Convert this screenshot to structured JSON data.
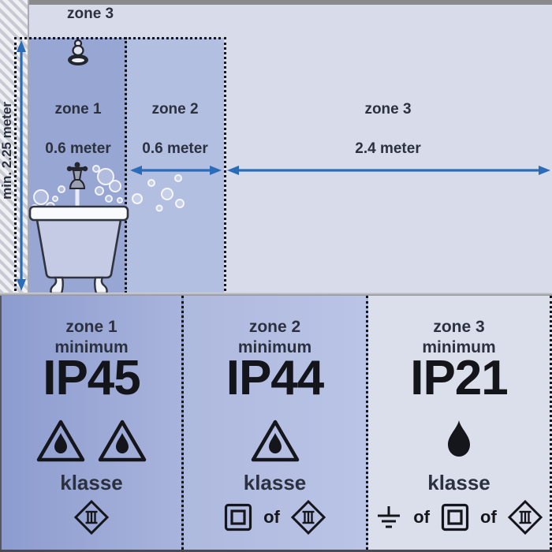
{
  "colors": {
    "zone1_fill": "#97a6d3",
    "zone2_fill": "#b3bfe1",
    "zone3_fill": "#d8dbe9",
    "panel1_bg": "#9aa9d6",
    "panel2_bg": "#b5c0e2",
    "panel3_bg": "#dbdeeb",
    "arrow_blue": "#2b6cb8",
    "text_dark": "#2c3140"
  },
  "top": {
    "ceiling_label": "zone 3",
    "wall_label": "min. 2.25 meter",
    "zone1": {
      "label": "zone 1",
      "dim": "0.6 meter"
    },
    "zone2": {
      "label": "zone 2",
      "dim": "0.6 meter"
    },
    "zone3": {
      "label": "zone 3",
      "dim": "2.4 meter"
    }
  },
  "panels": {
    "zone1": {
      "title": "zone 1",
      "minimum": "minimum",
      "ip": "IP45",
      "klasse": "klasse"
    },
    "zone2": {
      "title": "zone 2",
      "minimum": "minimum",
      "ip": "IP44",
      "klasse": "klasse",
      "of": "of"
    },
    "zone3": {
      "title": "zone 3",
      "minimum": "minimum",
      "ip": "IP21",
      "klasse": "klasse",
      "of1": "of",
      "of2": "of"
    }
  }
}
